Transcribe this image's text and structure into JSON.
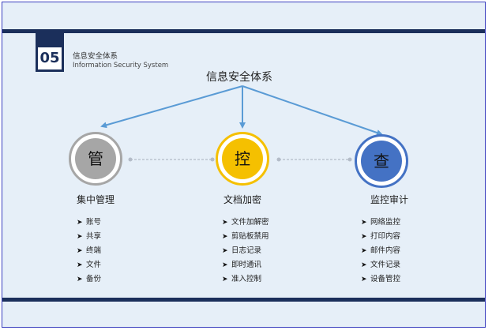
{
  "section": {
    "number": "05",
    "title_cn": "信息安全体系",
    "title_en": "Information Security System"
  },
  "diagram": {
    "root": "信息安全体系",
    "arrow_color": "#5a9bd5",
    "columns": [
      {
        "char": "管",
        "label": "集中管理",
        "ring_color": "#a6a6a6",
        "fill_color": "#a6a6a6",
        "items": [
          "账号",
          "共享",
          "终端",
          "文件",
          "备份"
        ]
      },
      {
        "char": "控",
        "label": "文档加密",
        "ring_color": "#f5c000",
        "fill_color": "#f5c000",
        "items": [
          "文件加解密",
          "剪贴板禁用",
          "日志记录",
          "即时通讯",
          "准入控制"
        ]
      },
      {
        "char": "查",
        "label": "监控审计",
        "ring_color": "#4472c4",
        "fill_color": "#4472c4",
        "items": [
          "网络监控",
          "打印内容",
          "邮件内容",
          "文件记录",
          "设备管控"
        ]
      }
    ]
  }
}
